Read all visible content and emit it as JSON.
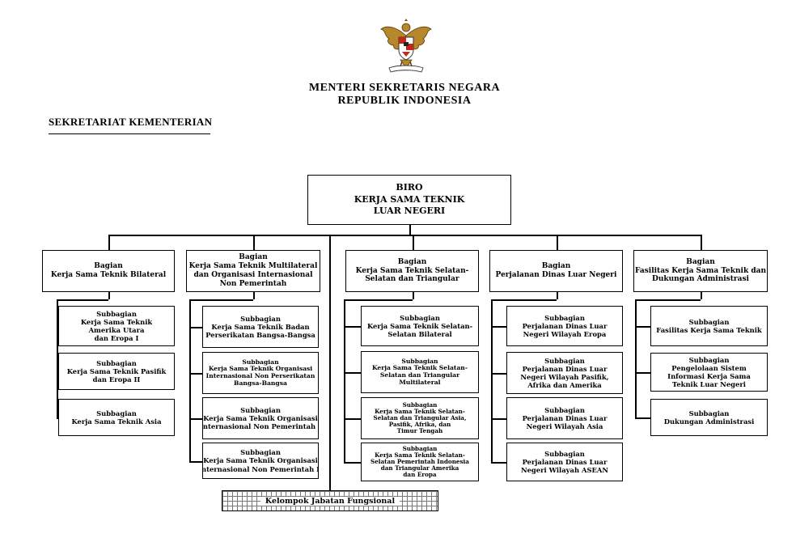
{
  "header": {
    "emblem_icon": "garuda-pancasila-emblem-icon",
    "line1": "MENTERI SEKRETARIS NEGARA",
    "line2": "REPUBLIK  INDONESIA"
  },
  "section_title": "SEKRETARIAT KEMENTERIAN",
  "root": {
    "lines": [
      "BIRO",
      "KERJA SAMA TEKNIK",
      "LUAR NEGERI"
    ]
  },
  "bagian": [
    {
      "lines": [
        "Bagian",
        "Kerja Sama Teknik Bilateral"
      ],
      "subs": [
        {
          "lines": [
            "Subbagian",
            "Kerja Sama Teknik",
            "Amerika Utara",
            "dan Eropa I"
          ]
        },
        {
          "lines": [
            "Subbagian",
            "Kerja Sama Teknik Pasifik",
            "dan Eropa II"
          ]
        },
        {
          "lines": [
            "Subbagian",
            "Kerja Sama Teknik Asia"
          ]
        }
      ]
    },
    {
      "lines": [
        "Bagian",
        "Kerja Sama Teknik Multilateral",
        "dan Organisasi Internasional",
        "Non Pemerintah"
      ],
      "subs": [
        {
          "lines": [
            "Subbagian",
            "Kerja Sama Teknik Badan",
            "Perserikatan Bangsa-Bangsa"
          ]
        },
        {
          "lines": [
            "Subbagian",
            "Kerja Sama Teknik Organisasi",
            "Internasional Non Perserikatan",
            "Bangsa-Bangsa"
          ]
        },
        {
          "lines": [
            "Subbagian",
            "Kerja Sama Teknik Organisasi",
            "Internasional Non Pemerintah I"
          ]
        },
        {
          "lines": [
            "Subbagian",
            "Kerja Sama Teknik Organisasi",
            "Internasional Non Pemerintah II"
          ]
        }
      ]
    },
    {
      "lines": [
        "Bagian",
        "Kerja Sama Teknik Selatan-",
        "Selatan dan Triangular"
      ],
      "subs": [
        {
          "lines": [
            "Subbagian",
            "Kerja Sama Teknik Selatan-",
            "Selatan Bilateral"
          ]
        },
        {
          "lines": [
            "Subbagian",
            "Kerja Sama Teknik Selatan-",
            "Selatan dan Triangular",
            "Multilateral"
          ]
        },
        {
          "lines": [
            "Subbagian",
            "Kerja Sama Teknik Selatan-",
            "Selatan dan Triangular Asia,",
            "Pasifik, Afrika, dan",
            "Timur Tengah"
          ]
        },
        {
          "lines": [
            "Subbagian",
            "Kerja Sama Teknik Selatan-",
            "Selatan Pemerintah Indonesia",
            "dan Triangular Amerika",
            "dan Eropa"
          ]
        }
      ]
    },
    {
      "lines": [
        "Bagian",
        "Perjalanan Dinas Luar Negeri"
      ],
      "subs": [
        {
          "lines": [
            "Subbagian",
            "Perjalanan Dinas Luar",
            "Negeri Wilayah Eropa"
          ]
        },
        {
          "lines": [
            "Subbagian",
            "Perjalanan Dinas Luar",
            "Negeri Wilayah Pasifik,",
            "Afrika dan Amerika"
          ]
        },
        {
          "lines": [
            "Subbagian",
            "Perjalanan Dinas Luar",
            "Negeri Wilayah Asia"
          ]
        },
        {
          "lines": [
            "Subbagian",
            "Perjalanan Dinas Luar",
            "Negeri Wilayah ASEAN"
          ]
        }
      ]
    },
    {
      "lines": [
        "Bagian",
        "Fasilitas Kerja Sama Teknik dan",
        "Dukungan Administrasi"
      ],
      "subs": [
        {
          "lines": [
            "Subbagian",
            "Fasilitas Kerja Sama Teknik"
          ]
        },
        {
          "lines": [
            "Subbagian",
            "Pengelolaan Sistem",
            "Informasi Kerja Sama",
            "Teknik Luar Negeri"
          ]
        },
        {
          "lines": [
            "Subbagian",
            "Dukungan Administrasi"
          ]
        }
      ]
    }
  ],
  "fungsional": "Kelompok Jabatan Fungsional"
}
